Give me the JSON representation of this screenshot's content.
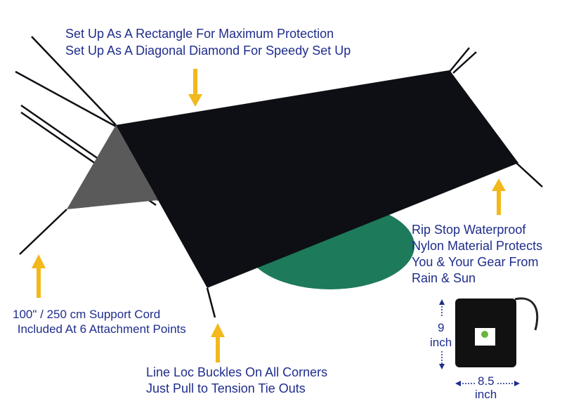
{
  "colors": {
    "text": "#1f2d8c",
    "arrow": "#f2b81c",
    "tarp": "#0d0f14",
    "hammock": "#1d7a5a",
    "side_panel": "#5a5a5a"
  },
  "callouts": {
    "setup": [
      "Set Up As A Rectangle For Maximum Protection",
      "Set Up As A Diagonal Diamond For Speedy Set Up"
    ],
    "material": [
      "Rip Stop Waterproof",
      "Nylon Material Protects",
      "You & Your Gear From",
      "Rain & Sun"
    ],
    "cord": [
      "100\" / 250 cm Support Cord",
      " Included At 6 Attachment Points"
    ],
    "buckles": [
      "Line Loc Buckles On All Corners",
      "Just Pull to Tension Tie Outs"
    ]
  },
  "bag": {
    "height_value": "9",
    "height_unit": "inch",
    "width_value": "8.5",
    "width_unit": "inch"
  }
}
